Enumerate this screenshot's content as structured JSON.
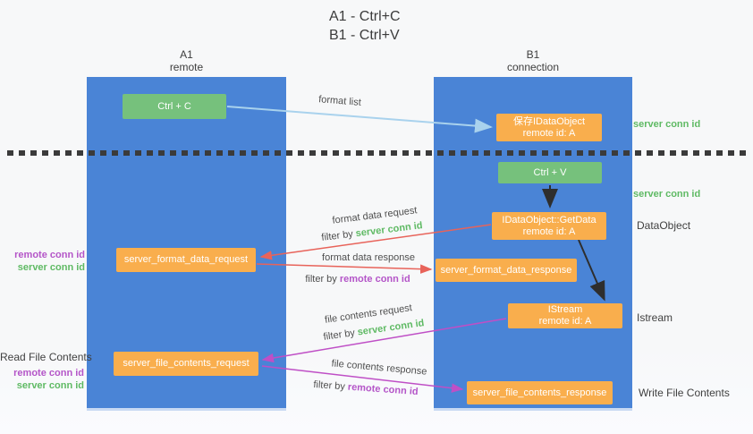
{
  "title": {
    "line1": "A1 - Ctrl+C",
    "line2": "B1 - Ctrl+V"
  },
  "columns": {
    "left": {
      "header_line1": "A1",
      "header_line2": "remote"
    },
    "right": {
      "header_line1": "B1",
      "header_line2": "connection"
    }
  },
  "nodes": {
    "ctrl_c": "Ctrl + C",
    "save_idataobject": {
      "line1": "保存IDataObject",
      "line2": "remote id: A"
    },
    "ctrl_v": "Ctrl + V",
    "getdata": {
      "line1": "IDataObject::GetData",
      "line2": "remote id: A"
    },
    "server_format_data_request": "server_format_data_request",
    "server_format_data_response": "server_format_data_response",
    "istream": {
      "line1": "IStream",
      "line2": "remote id: A"
    },
    "server_file_contents_request": "server_file_contents_request",
    "server_file_contents_response": "server_file_contents_response"
  },
  "arrow_labels": {
    "format_list": "format list",
    "format_data_request": "format data request",
    "format_data_response": "format data response",
    "file_contents_request": "file contents request",
    "file_contents_response": "file contents response",
    "filter_by": "filter by ",
    "server_conn_id": "server conn id",
    "remote_conn_id": "remote conn id"
  },
  "edge_labels": {
    "right_top_server_conn": "server conn id",
    "right_mid_server_conn": "server conn id",
    "dataobject": "DataObject",
    "istream": "Istream",
    "write_file_contents": "Write File Contents",
    "read_file_contents": "Read File Contents",
    "left_remote_conn_1": "remote conn id",
    "left_server_conn_1": "server conn id",
    "left_remote_conn_2": "remote conn id",
    "left_server_conn_2": "server conn id"
  },
  "colors": {
    "lifeline_blue": "#4a84d6",
    "node_green": "#76c17c",
    "node_orange": "#f9ae4d",
    "arrow_lightblue": "#a9d2ed",
    "arrow_red": "#e8635a",
    "arrow_magenta": "#bf4fc6",
    "arrow_black": "#2e2e2e",
    "label_green": "#5fba64",
    "label_purple": "#b455c8"
  }
}
